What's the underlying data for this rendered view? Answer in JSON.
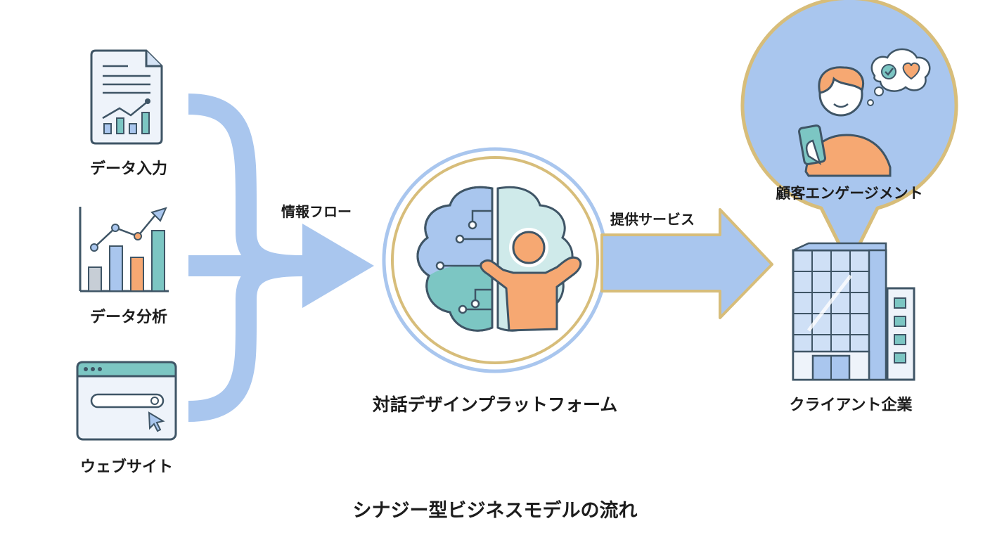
{
  "inputs": [
    {
      "label": "データ入力",
      "icon": "document-chart-icon"
    },
    {
      "label": "データ分析",
      "icon": "bar-chart-icon"
    },
    {
      "label": "ウェブサイト",
      "icon": "browser-search-icon"
    }
  ],
  "flow_label": "情報フロー",
  "platform": {
    "label": "対話デザインプラットフォーム",
    "icon": "brain-person-icon"
  },
  "service_label": "提供サービス",
  "engagement": {
    "label": "顧客エンゲージメント",
    "icon": "person-smartphone-icon"
  },
  "client": {
    "label": "クライアント企業",
    "icon": "office-building-icon"
  },
  "footer_title": "シナジー型ビジネスモデルの流れ",
  "colors": {
    "arrow_blue": "#a9c6ee",
    "teal": "#7cc6c3",
    "orange": "#f6a872",
    "gold": "#d7bd7a",
    "outline": "#3f5566"
  }
}
